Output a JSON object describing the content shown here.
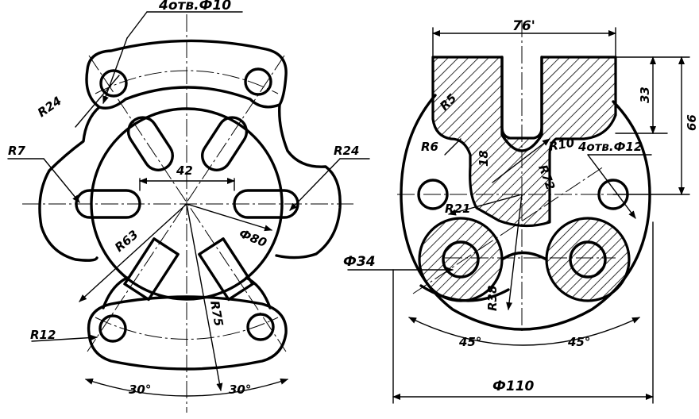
{
  "left_view": {
    "holes_note": "4отв.Ф10",
    "r24_top": "R24",
    "r7": "R7",
    "r24_right": "R24",
    "dim_42": "42",
    "r63": "R63",
    "d80": "Ф80",
    "r75": "R75",
    "r12": "R12",
    "angle_left": "30°",
    "angle_right": "30°"
  },
  "right_view": {
    "dim_76": "76'",
    "dim_33": "33",
    "dim_66": "66",
    "r5": "R5",
    "r6": "R6",
    "r10": "R10",
    "dim_18": "18",
    "r72": "R72",
    "holes_note": "4отв.Ф12",
    "r21": "R21",
    "d34": "Ф34",
    "r38": "R38",
    "angle_left": "45°",
    "angle_right": "45°",
    "d110": "Ф110"
  },
  "colors": {
    "ink": "#000000",
    "paper": "#ffffff"
  }
}
